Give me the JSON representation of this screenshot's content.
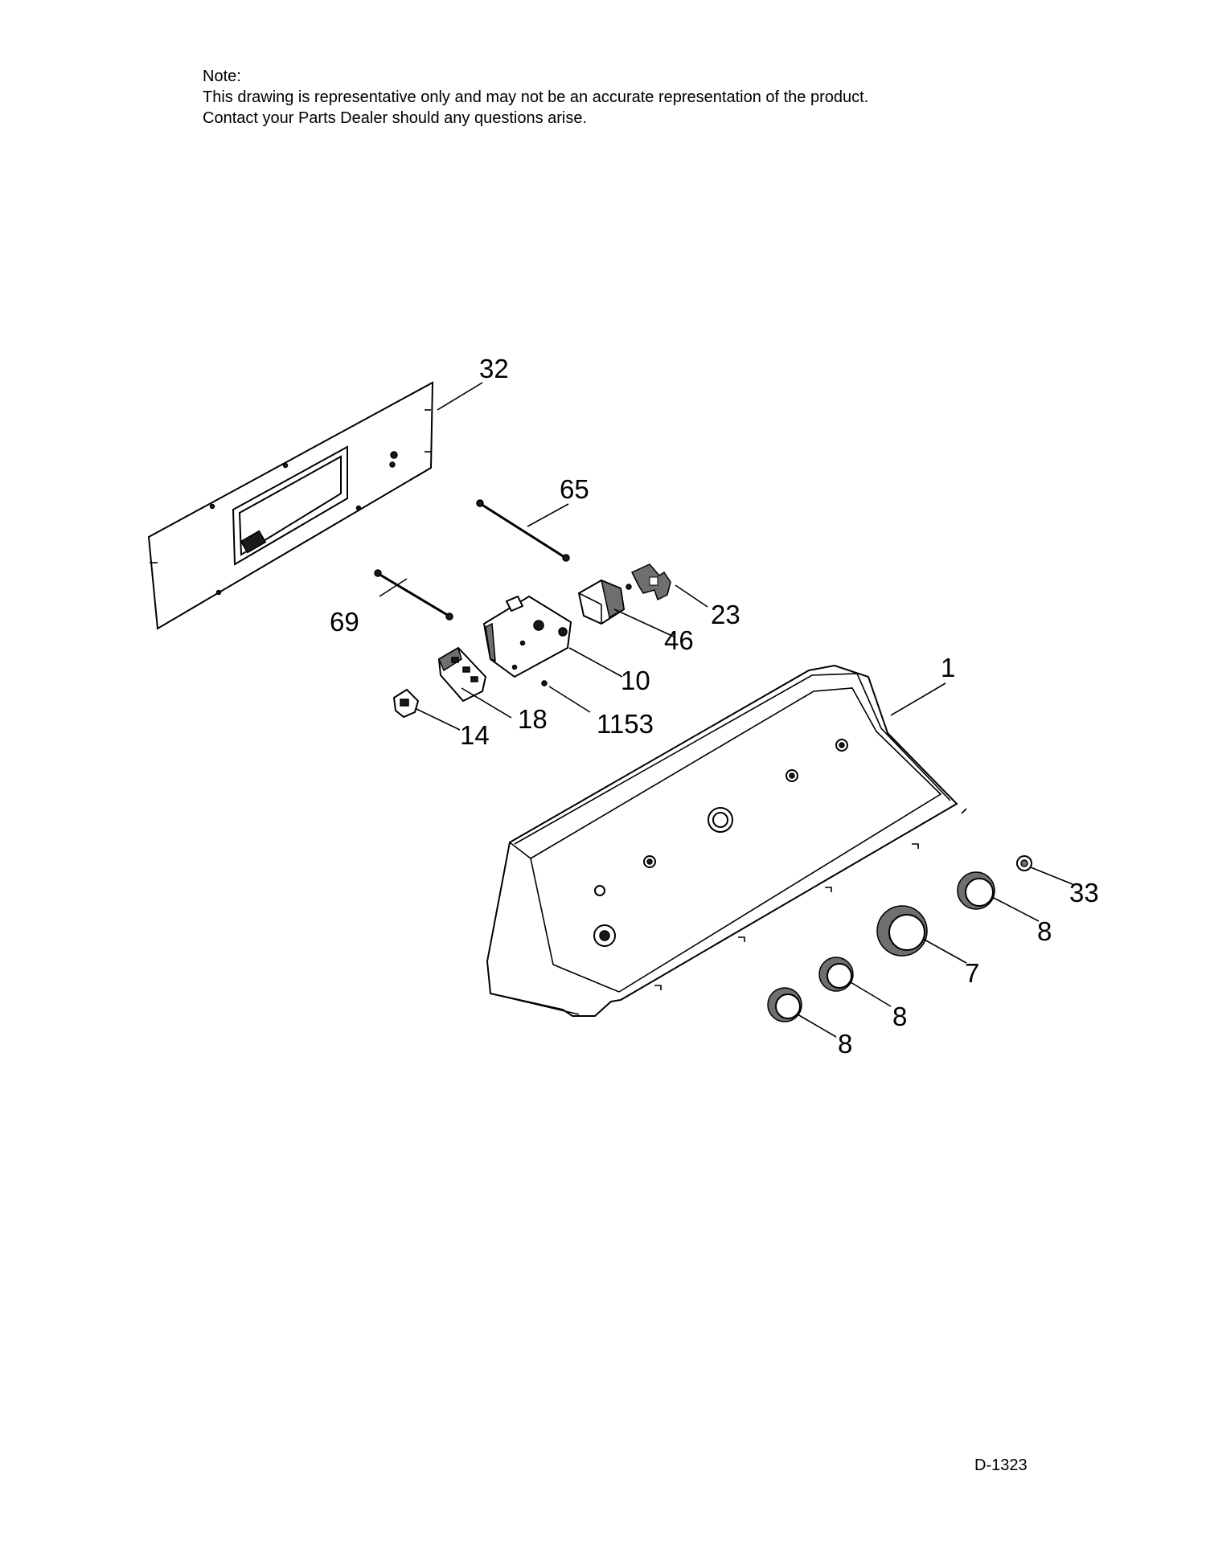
{
  "note": {
    "heading": "Note:",
    "line1": "This drawing is representative only and may not be an accurate representation of the product.",
    "line2": "Contact your Parts Dealer should any questions arise."
  },
  "callouts": {
    "c32": "32",
    "c65": "65",
    "c69": "69",
    "c23": "23",
    "c46": "46",
    "c10": "10",
    "c1": "1",
    "c18": "18",
    "c1153": "1153",
    "c14": "14",
    "c33": "33",
    "c8a": "8",
    "c7": "7",
    "c8b": "8",
    "c8c": "8"
  },
  "document_id": "D-1323"
}
